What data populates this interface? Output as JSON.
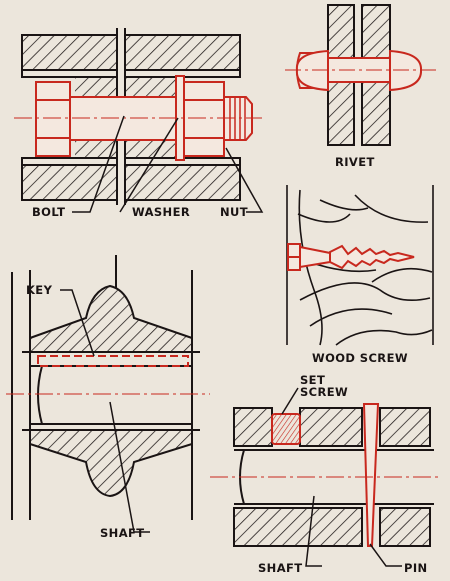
{
  "labels": {
    "bolt": "BOLT",
    "washer": "WASHER",
    "nut": "NUT",
    "rivet": "RIVET",
    "wood_screw": "WOOD SCREW",
    "key": "KEY",
    "shaft_left": "SHAFT",
    "set_screw_line1": "SET",
    "set_screw_line2": "SCREW",
    "shaft_right": "SHAFT",
    "pin": "PIN"
  },
  "colors": {
    "background": "#ece6dc",
    "ink": "#1a1414",
    "fastener": "#c8281e"
  }
}
